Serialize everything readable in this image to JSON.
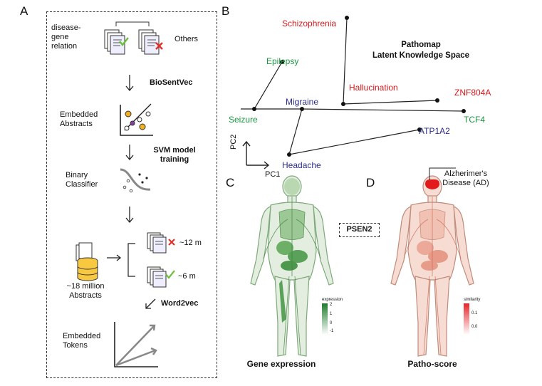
{
  "panel_labels": {
    "a": "A",
    "b": "B",
    "c": "C",
    "d": "D"
  },
  "panelA": {
    "disease_gene": "disease-\ngene\nrelation",
    "others": "Others",
    "biosentvec": "BioSentVec",
    "embedded_abstracts": "Embedded\nAbstracts",
    "svm_training": "SVM model\ntraining",
    "binary_classifier": "Binary\nClassifier",
    "count_12m": "~12 m",
    "count_6m": "~6 m",
    "abstracts_total": "~18 million\nAbstracts",
    "word2vec": "Word2vec",
    "embedded_tokens": "Embedded\nTokens"
  },
  "panelB": {
    "title": "Pathomap\nLatent Knowledge Space",
    "axis_pc1": "PC1",
    "axis_pc2": "PC2",
    "nodes": [
      {
        "label": "Schizophrenia",
        "color": "#d7191c"
      },
      {
        "label": "Epilepsy",
        "color": "#1a9641"
      },
      {
        "label": "Hallucination",
        "color": "#d7191c"
      },
      {
        "label": "ZNF804A",
        "color": "#d7191c"
      },
      {
        "label": "Migraine",
        "color": "#2c2c8c"
      },
      {
        "label": "Seizure",
        "color": "#1a9641"
      },
      {
        "label": "TCF4",
        "color": "#1a9641"
      },
      {
        "label": "ATP1A2",
        "color": "#2c2c8c"
      },
      {
        "label": "Headache",
        "color": "#2c2c8c"
      }
    ]
  },
  "panelC": {
    "caption": "Gene expression",
    "legend_title": "expression",
    "legend_ticks": [
      "2",
      "1",
      "0",
      "-1"
    ],
    "color": "#2e8b3a"
  },
  "panelD": {
    "caption": "Patho-score",
    "annotation": "Alzherimer's\nDisease (AD)",
    "legend_title": "similarity",
    "legend_ticks": [
      "0.1",
      "0.0"
    ],
    "color": "#e0452f"
  },
  "gene_tag": "PSEN2"
}
